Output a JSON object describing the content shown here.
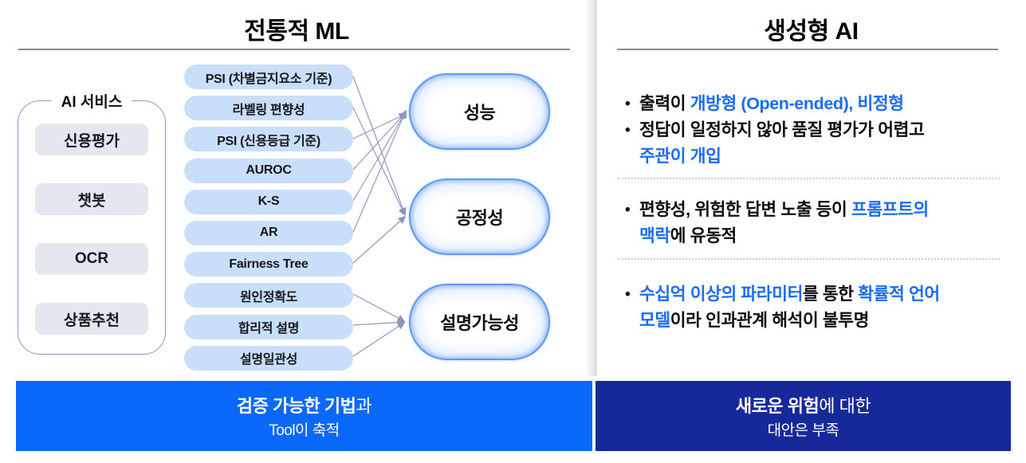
{
  "left": {
    "title": "전통적 ML",
    "services_label": "AI 서비스",
    "services": [
      "신용평가",
      "챗봇",
      "OCR",
      "상품추천"
    ],
    "metrics": [
      "PSI (차별금지요소 기준)",
      "라벨링 편향성",
      "PSI (신용등급 기준)",
      "AUROC",
      "K-S",
      "AR",
      "Fairness Tree",
      "원인정확도",
      "합리적 설명",
      "설명일관성"
    ],
    "targets": [
      "성능",
      "공정성",
      "설명가능성"
    ],
    "links": [
      {
        "metric": "PSI (차별금지요소 기준)",
        "target": "공정성"
      },
      {
        "metric": "라벨링 편향성",
        "target": "공정성"
      },
      {
        "metric": "PSI (신용등급 기준)",
        "target": "성능"
      },
      {
        "metric": "AUROC",
        "target": "성능"
      },
      {
        "metric": "K-S",
        "target": "성능"
      },
      {
        "metric": "AR",
        "target": "성능"
      },
      {
        "metric": "Fairness Tree",
        "target": "공정성"
      },
      {
        "metric": "원인정확도",
        "target": "설명가능성"
      },
      {
        "metric": "합리적 설명",
        "target": "설명가능성"
      },
      {
        "metric": "설명일관성",
        "target": "설명가능성"
      }
    ],
    "footer": {
      "line1_bold": "검증 가능한 기법",
      "line1_rest": "과",
      "line2": "Tool이 축적"
    }
  },
  "right": {
    "title": "생성형 AI",
    "groups": [
      {
        "bullets": [
          {
            "lines": [
              [
                {
                  "t": "출력이 ",
                  "b": false
                },
                {
                  "t": "개방형 (Open-ended), 비정형",
                  "b": true
                }
              ]
            ]
          },
          {
            "lines": [
              [
                {
                  "t": "정답이 일정하지 않아 품질 평가가 어렵고",
                  "b": false
                }
              ],
              [
                {
                  "t": "주관이 개입",
                  "b": true
                }
              ]
            ]
          }
        ]
      },
      {
        "bullets": [
          {
            "lines": [
              [
                {
                  "t": "편향성, 위험한 답변 노출 등이 ",
                  "b": false
                },
                {
                  "t": "프롬프트의",
                  "b": true
                }
              ],
              [
                {
                  "t": "맥락",
                  "b": true
                },
                {
                  "t": "에 유동적",
                  "b": false
                }
              ]
            ]
          }
        ]
      },
      {
        "bullets": [
          {
            "lines": [
              [
                {
                  "t": "수십억 이상의 파라미터",
                  "b": true
                },
                {
                  "t": "를 통한 ",
                  "b": false
                },
                {
                  "t": "확률적 언어",
                  "b": true
                }
              ],
              [
                {
                  "t": "모델",
                  "b": true
                },
                {
                  "t": "이라 인과관계 해석이 불투명",
                  "b": false
                }
              ]
            ]
          }
        ]
      }
    ],
    "footer": {
      "line1_bold": "새로운 위험",
      "line1_rest": "에 대한",
      "line2": "대안은 부족"
    }
  },
  "colors": {
    "highlight_blue": "#1a6cf2",
    "bar_blue": "#0a68fa",
    "bar_navy": "#16299a",
    "pill_fill": "#c9def8",
    "service_fill": "#e4e8ee",
    "bubble_glow": "#5e99f8",
    "arrow_line": "#9199bc"
  },
  "icons": {
    "bullet": "•"
  }
}
